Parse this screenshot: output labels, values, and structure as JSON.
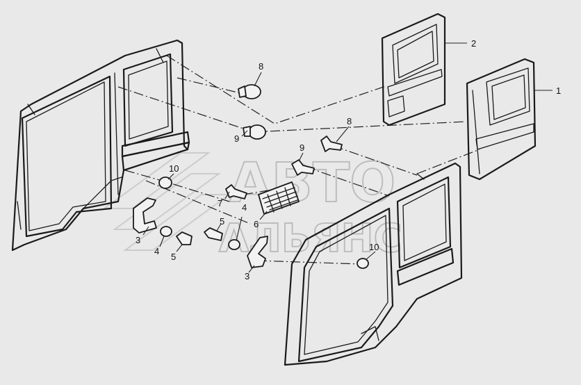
{
  "watermark": {
    "line1": "АВТО",
    "line2": "АЛЬЯНС"
  },
  "callouts": [
    {
      "id": "c1",
      "text": "1"
    },
    {
      "id": "c2",
      "text": "2"
    },
    {
      "id": "c3a",
      "text": "3"
    },
    {
      "id": "c3b",
      "text": "3"
    },
    {
      "id": "c4a",
      "text": "4"
    },
    {
      "id": "c4b",
      "text": "4"
    },
    {
      "id": "c5a",
      "text": "5"
    },
    {
      "id": "c5b",
      "text": "5"
    },
    {
      "id": "c6",
      "text": "6"
    },
    {
      "id": "c7",
      "text": "7"
    },
    {
      "id": "c8a",
      "text": "8"
    },
    {
      "id": "c8b",
      "text": "8"
    },
    {
      "id": "c9a",
      "text": "9"
    },
    {
      "id": "c9b",
      "text": "9"
    },
    {
      "id": "c10a",
      "text": "10"
    },
    {
      "id": "c10b",
      "text": "10"
    }
  ],
  "colors": {
    "background": "#e9e9e9",
    "line": "#1a1a1a",
    "watermark": "#bdbdbd"
  }
}
